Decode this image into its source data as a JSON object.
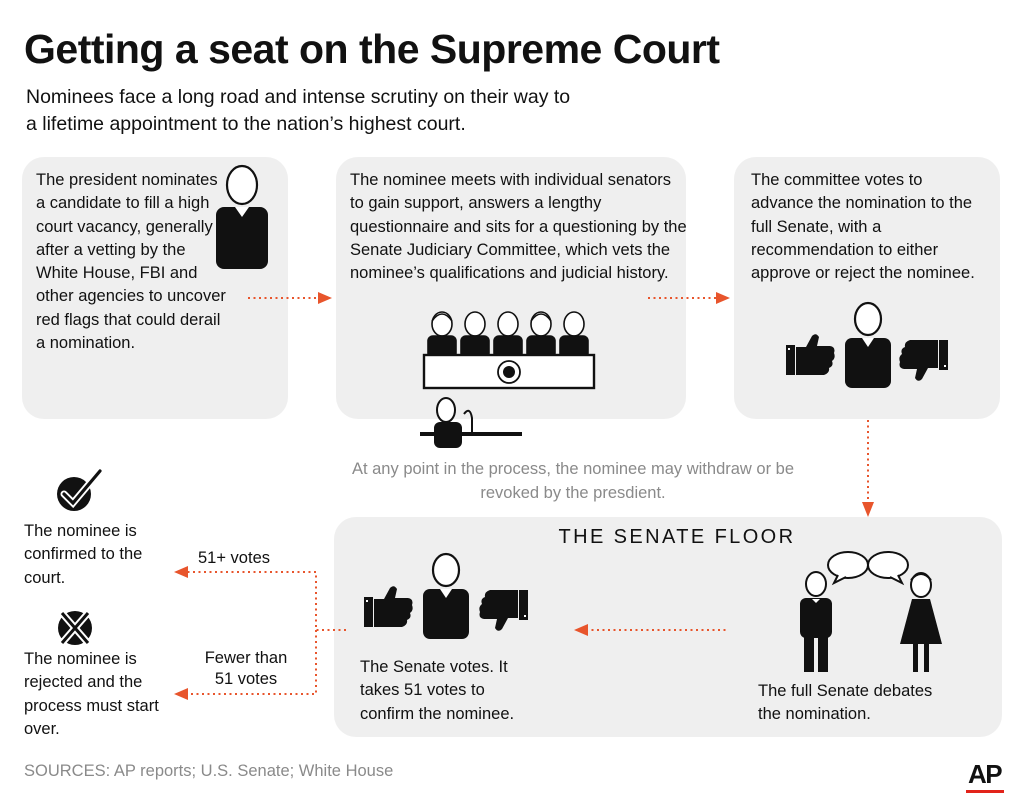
{
  "title": "Getting a seat on the Supreme Court",
  "subtitle": "Nominees face a long road and intense scrutiny on their way to a lifetime appointment to the nation’s highest court.",
  "steps": [
    {
      "text": "The president nominates a candidate to fill a high court vacancy, generally after a vetting by the White House, FBI and other agencies to uncover red flags that could derail a nomination."
    },
    {
      "text": "The nominee meets with individual senators to gain support, answers a lengthy questionnaire and sits for a questioning by the Senate Judiciary Committee, which vets the nominee’s qualifications and judicial history."
    },
    {
      "text": "The committee votes to advance the nomination to the full Senate, with a recommendation to either approve or reject the nominee."
    }
  ],
  "note": "At any point in the process, the nominee may withdraw or be revoked by the presdient.",
  "senate_floor": {
    "title": "THE SENATE FLOOR",
    "debate_text": "The full Senate debates the nomination.",
    "vote_text": "The Senate votes. It takes 51 votes to confirm the nominee."
  },
  "outcomes": {
    "confirmed_label": "51+ votes",
    "confirmed_text": "The nominee is confirmed to the court.",
    "rejected_label": "Fewer than 51 votes",
    "rejected_text": "The nominee is rejected and the process must start over."
  },
  "sources": "SOURCES:  AP reports; U.S. Senate; White House",
  "credit": "AP",
  "colors": {
    "arrow": "#e8552c",
    "panel": "#efefef",
    "ap_red": "#e2231a",
    "note": "#8a8a8a"
  },
  "icons": [
    "person-icon",
    "judiciary-committee-icon",
    "witness-table-icon",
    "thumbs-up-icon",
    "thumbs-down-icon",
    "speech-bubble-icon",
    "checkmark-icon",
    "x-mark-icon"
  ]
}
